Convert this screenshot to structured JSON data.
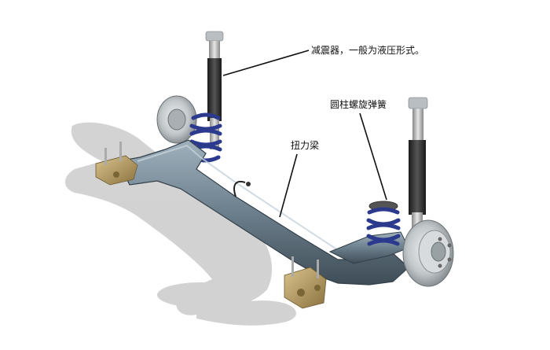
{
  "labels": {
    "shock_absorber": "减震器，一般为液压形式。",
    "coil_spring": "圆柱螺旋弹簧",
    "torsion_beam": "扭力梁"
  },
  "colors": {
    "background": "#ffffff",
    "shadow": "#bdbdbd",
    "beam": "#6c7f8c",
    "beam_highlight": "#9fb1bd",
    "beam_dark": "#3f4d57",
    "spring": "#2b3a8c",
    "shock_body": "#2b2b2b",
    "shock_top": "#b9bec2",
    "bracket": "#b59a5c",
    "drum": "#c9cdd0",
    "leader_line": "#111111"
  }
}
